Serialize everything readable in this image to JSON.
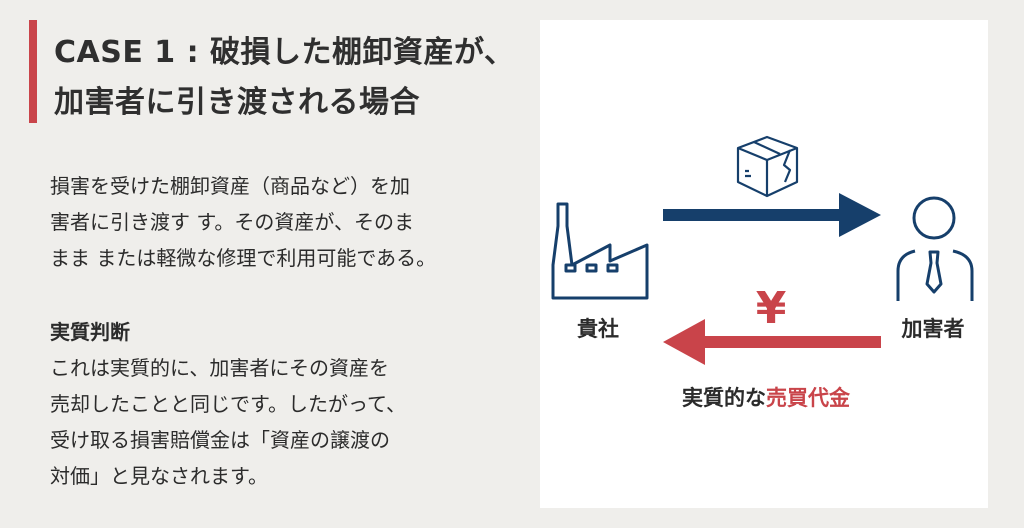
{
  "title": {
    "line1": "CASE 1 : 破損した棚卸資産が、",
    "line2": "加害者に引き渡される場合"
  },
  "description": [
    "損害を受けた棚卸資産（商品など）を加",
    "害者に引き渡す す。その資産が、そのま",
    "まま または軽微な修理で利用可能である。"
  ],
  "judgment": {
    "heading": "実質判断",
    "lines": [
      "これは実質的に、加害者にその資産を",
      "売却したことと同じです。したがって、",
      "受け取る損害賠償金は「資産の譲渡の",
      "対価」と見なされます。"
    ]
  },
  "diagram": {
    "left_label": "貴社",
    "right_label": "加害者",
    "yen_symbol": "¥",
    "caption_plain": "実質的な",
    "caption_highlight": "売買代金",
    "colors": {
      "navy": "#163f6b",
      "red": "#c9444a"
    }
  }
}
